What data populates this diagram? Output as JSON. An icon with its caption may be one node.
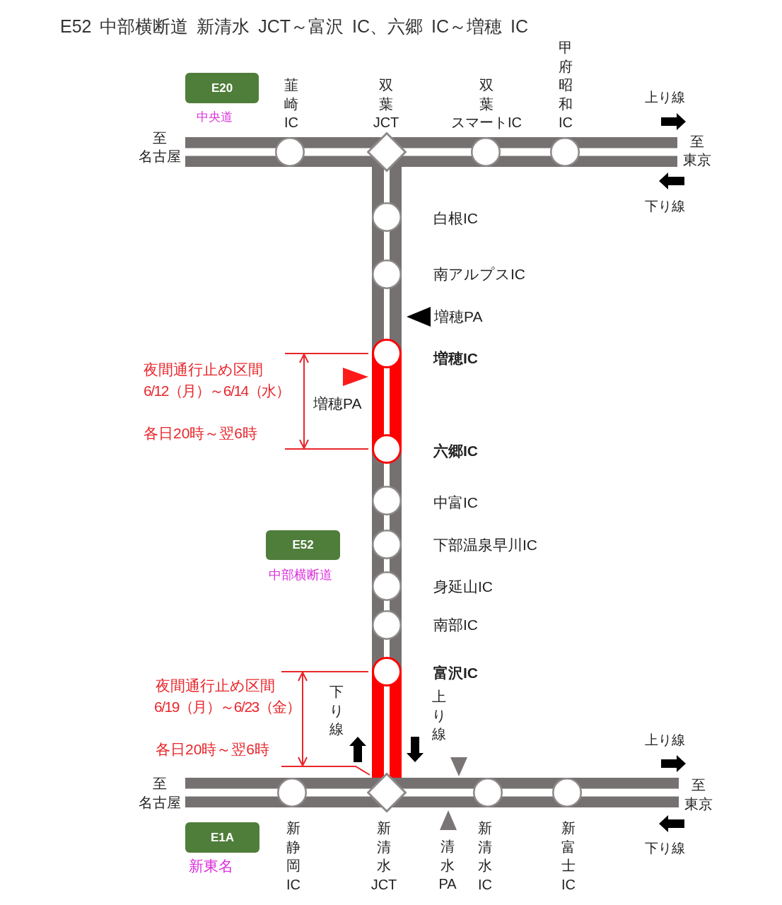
{
  "diagram": {
    "title": "E52 中部横断道 新清水 JCT～富沢 IC、六郷 IC～増穂 IC",
    "nodes": [
      {
        "text": [
          "E20"
        ],
        "beside": [
          "中央道"
        ]
      },
      {
        "text": [
          "至名古屋"
        ]
      },
      {
        "text": [],
        "shape": "circle",
        "beside": [
          "韮崎IC"
        ]
      },
      {
        "text": [],
        "shape": "diamond",
        "beside": [
          "双葉JCT"
        ]
      },
      {
        "text": [],
        "shape": "circle",
        "beside": [
          "双葉スマートIC"
        ]
      },
      {
        "text": [],
        "shape": "circle",
        "beside": [
          "甲府昭和IC"
        ]
      },
      {
        "text": [
          "至東京"
        ]
      },
      {
        "text": [],
        "shape": "circle",
        "beside": [
          "白根IC"
        ]
      },
      {
        "text": [],
        "shape": "circle",
        "beside": [
          "南アルプスIC"
        ]
      },
      {
        "text": [],
        "shape": "circle",
        "beside": [
          "増穂IC"
        ]
      },
      {
        "text": [],
        "shape": "circle",
        "beside": [
          "六郷IC"
        ]
      },
      {
        "text": [],
        "shape": "circle",
        "beside": [
          "中富IC"
        ]
      },
      {
        "text": [
          "E52"
        ],
        "beside": [
          "中部横断道"
        ]
      },
      {
        "text": [],
        "shape": "circle",
        "beside": [
          "下部温泉早川IC"
        ]
      },
      {
        "text": [],
        "shape": "circle",
        "beside": [
          "身延山IC"
        ]
      },
      {
        "text": [],
        "shape": "circle",
        "beside": [
          "南部IC"
        ]
      },
      {
        "text": [],
        "shape": "circle",
        "beside": [
          "富沢IC"
        ]
      },
      {
        "text": [
          "至名古屋"
        ]
      },
      {
        "text": [],
        "shape": "circle",
        "beside": [
          "新静岡IC"
        ]
      },
      {
        "text": [],
        "shape": "diamond",
        "beside": [
          "新清水JCT"
        ]
      },
      {
        "text": [],
        "shape": "circle",
        "beside": [
          "新清水IC"
        ]
      },
      {
        "text": [],
        "shape": "circle",
        "beside": [
          "新富士IC"
        ]
      },
      {
        "text": [
          "至東京"
        ]
      },
      {
        "text": [
          "E1A"
        ],
        "beside": [
          "新東名"
        ]
      }
    ],
    "edges": [
      {
        "from": 1,
        "to": 2,
        "arrow": "none"
      },
      {
        "from": 2,
        "to": 3,
        "arrow": "none"
      },
      {
        "from": 3,
        "to": 4,
        "arrow": "none"
      },
      {
        "from": 4,
        "to": 5,
        "arrow": "none"
      },
      {
        "from": 5,
        "to": 6,
        "arrow": "none"
      },
      {
        "from": 3,
        "to": 7,
        "arrow": "none"
      },
      {
        "from": 7,
        "to": 8,
        "arrow": "none"
      },
      {
        "from": 8,
        "to": 9,
        "arrow": "none"
      },
      {
        "from": 9,
        "to": 10,
        "arrow": "none",
        "color": "#ff0000"
      },
      {
        "from": 10,
        "to": 11,
        "arrow": "none"
      },
      {
        "from": 11,
        "to": 13,
        "arrow": "none"
      },
      {
        "from": 13,
        "to": 14,
        "arrow": "none"
      },
      {
        "from": 14,
        "to": 15,
        "arrow": "none"
      },
      {
        "from": 15,
        "to": 16,
        "arrow": "none"
      },
      {
        "from": 16,
        "to": 19,
        "arrow": "none",
        "color": "#ff0000"
      },
      {
        "from": 17,
        "to": 18,
        "arrow": "none"
      },
      {
        "from": 18,
        "to": 19,
        "arrow": "none"
      },
      {
        "from": 19,
        "to": 20,
        "arrow": "none"
      },
      {
        "from": 20,
        "to": 21,
        "arrow": "none"
      },
      {
        "from": 21,
        "to": 22,
        "arrow": "none"
      }
    ],
    "labels": [
      "上り線",
      "下り線",
      "増穂PA",
      "夜間通行止め区間",
      "6/12（月）～6/14（水）",
      "増穂PA",
      "各日20時～翌6時",
      "夜間通行止め区間",
      "6/19（月）～6/23（金）",
      "各日20時～翌6時",
      "下り線",
      "上り線",
      "上り線",
      "下り線",
      "清水PA"
    ]
  }
}
